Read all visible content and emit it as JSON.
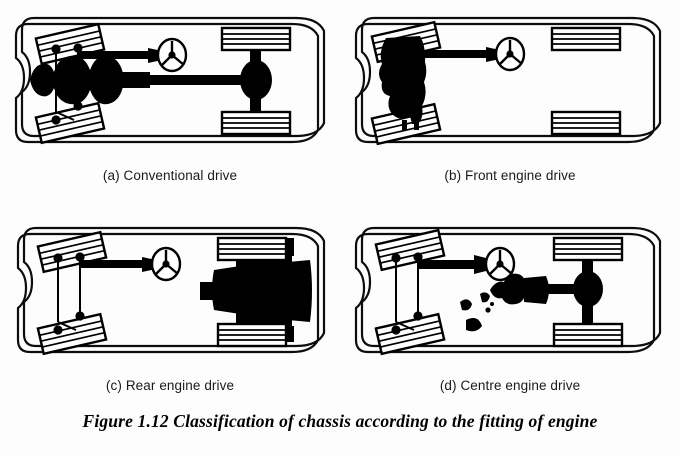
{
  "figure": {
    "caption": "Figure 1.12 Classification of chassis according to the fitting of engine",
    "caption_number": "1.12",
    "panel_count": 4,
    "ink_color": "#000000",
    "background_color": "#fdfdfd"
  },
  "panels": [
    {
      "id": "a",
      "label": "(a) Conventional drive",
      "engine_position": "front-longitudinal",
      "driven_axle": "rear",
      "has_propeller_shaft": true,
      "has_rear_axle": true,
      "has_steering_wheel": true
    },
    {
      "id": "b",
      "label": "(b) Front engine drive",
      "engine_position": "front-transverse",
      "driven_axle": "front",
      "has_propeller_shaft": false,
      "has_rear_axle": false,
      "has_steering_wheel": true
    },
    {
      "id": "c",
      "label": "(c) Rear engine drive",
      "engine_position": "rear",
      "driven_axle": "rear",
      "has_propeller_shaft": false,
      "has_rear_axle": true,
      "has_steering_wheel": true
    },
    {
      "id": "d",
      "label": "(d) Centre engine drive",
      "engine_position": "centre",
      "driven_axle": "rear",
      "has_propeller_shaft": true,
      "has_rear_axle": true,
      "has_steering_wheel": true
    }
  ]
}
